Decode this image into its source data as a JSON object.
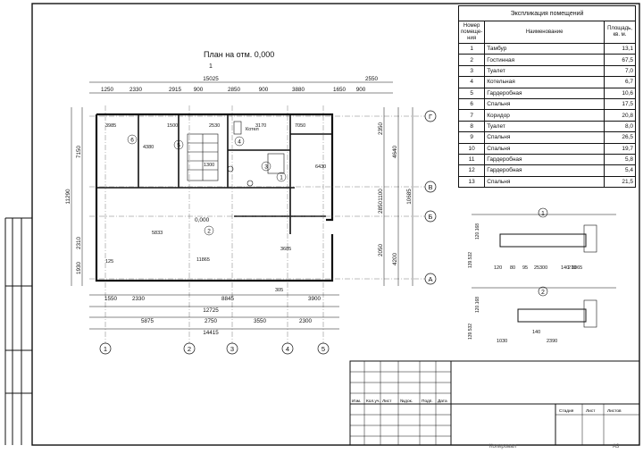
{
  "plan": {
    "title": "План на отм. 0,000",
    "section_mark": "1",
    "level_mark": "0,000",
    "top_dims": [
      "1250",
      "2330",
      "2915",
      "900",
      "2850",
      "900",
      "3880",
      "1650",
      "900"
    ],
    "top_totals": [
      "15025",
      "2550"
    ],
    "bottom_dims_1": [
      "1550",
      "2330",
      "8845",
      "3900"
    ],
    "bottom_total_1": "12725",
    "bottom_dims_2": [
      "5875",
      "2750",
      "3550",
      "2300"
    ],
    "bottom_total": "14415",
    "left_dims": [
      "7150",
      "2310",
      "1930"
    ],
    "left_total": "11290",
    "right_dims": [
      "2350",
      "4640",
      "1100",
      "2850",
      "2050",
      "4200"
    ],
    "right_total": "10685",
    "axes_bottom": [
      "1",
      "2",
      "3",
      "4",
      "5"
    ],
    "axes_right": [
      "Г",
      "В",
      "Б",
      "А"
    ],
    "room_numbers": [
      "1",
      "2",
      "3",
      "4",
      "5",
      "6"
    ],
    "inner_dims": [
      "3985",
      "1500",
      "2530",
      "3170",
      "7050",
      "4380",
      "1300",
      "5833",
      "11865",
      "6430",
      "3685",
      "305",
      "125"
    ],
    "room_label_kotel": "Котел"
  },
  "explication": {
    "title": "Экспликация помещений",
    "headers": {
      "num": "Номер помеще-ния",
      "name": "Наименование",
      "area": "Площадь, кв. м."
    },
    "rows": [
      {
        "n": "1",
        "name": "Тамбур",
        "area": "13,1"
      },
      {
        "n": "2",
        "name": "Гостинная",
        "area": "67,5"
      },
      {
        "n": "3",
        "name": "Туалет",
        "area": "7,0"
      },
      {
        "n": "4",
        "name": "Котельная",
        "area": "6,7"
      },
      {
        "n": "5",
        "name": "Гардеробная",
        "area": "10,6"
      },
      {
        "n": "6",
        "name": "Спальня",
        "area": "17,5"
      },
      {
        "n": "7",
        "name": "Коридор",
        "area": "20,8"
      },
      {
        "n": "8",
        "name": "Туалет",
        "area": "8,0"
      },
      {
        "n": "9",
        "name": "Спальня",
        "area": "26,5"
      },
      {
        "n": "10",
        "name": "Спальня",
        "area": "19,7"
      },
      {
        "n": "11",
        "name": "Гардеробная",
        "area": "5,8"
      },
      {
        "n": "12",
        "name": "Гардеробная",
        "area": "5,4"
      },
      {
        "n": "13",
        "name": "Спальня",
        "area": "21,5"
      }
    ]
  },
  "sections": {
    "s1": {
      "mark": "1",
      "dims": [
        "120",
        "80",
        "95",
        "25",
        "300",
        "140",
        "270",
        "1065"
      ],
      "levels": [
        "120.168",
        "139.532"
      ]
    },
    "s2": {
      "mark": "2",
      "dims": [
        "140",
        "1030",
        "2390"
      ],
      "levels": [
        "120.168",
        "139.532"
      ]
    }
  },
  "stamp": {
    "cells": [
      "Изм.",
      "Кол.уч.",
      "Лист",
      "№док.",
      "Подп.",
      "Дата",
      "Стадия",
      "Лист",
      "Листов"
    ],
    "format": "А3",
    "sheet_code": "Копировал"
  }
}
